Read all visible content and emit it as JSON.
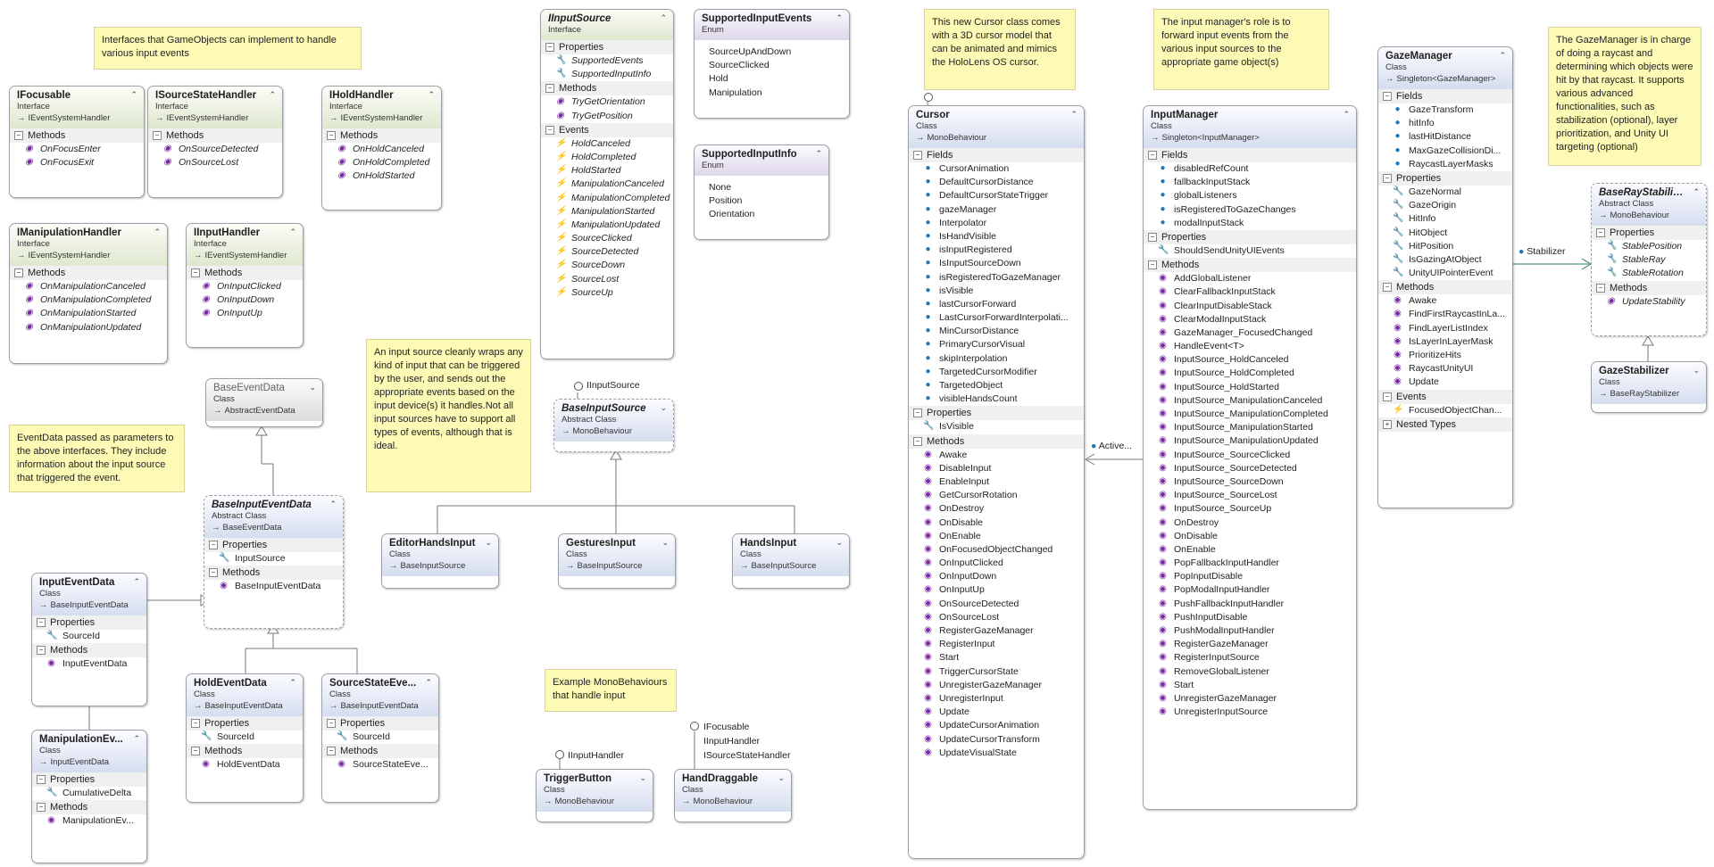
{
  "notes": {
    "interfaces": "Interfaces that GameObjects can implement to handle various input events",
    "eventdata": "EventData passed as parameters to the above interfaces. They include information about the input source that triggered the event.",
    "inputsource": "An input source cleanly wraps any kind of input that can be triggered by the user, and sends out the appropriate events based on the input device(s) it handles.Not all input sources have to support all types of events, although that is ideal.",
    "monobehaviours": "Example MonoBehaviours that handle input",
    "cursor": "This new Cursor class comes with a 3D cursor model that can be animated and mimics the HoloLens OS cursor.",
    "inputmanager": "The input manager's role is to forward input events from the various input sources to the appropriate game object(s)",
    "gazemanager": "The GazeManager is in charge of doing a raycast and determining which objects were hit by that raycast. It supports various advanced functionalities, such as stabilization (optional), layer prioritization, and Unity UI targeting (optional)"
  },
  "sections": {
    "methods": "Methods",
    "properties": "Properties",
    "fields": "Fields",
    "events": "Events",
    "nested": "Nested Types"
  },
  "boxes": {
    "IFocusable": {
      "name": "IFocusable",
      "kind": "Interface",
      "base": "IEventSystemHandler",
      "methods": [
        "OnFocusEnter",
        "OnFocusExit"
      ]
    },
    "ISourceStateHandler": {
      "name": "ISourceStateHandler",
      "kind": "Interface",
      "base": "IEventSystemHandler",
      "methods": [
        "OnSourceDetected",
        "OnSourceLost"
      ]
    },
    "IHoldHandler": {
      "name": "IHoldHandler",
      "kind": "Interface",
      "base": "IEventSystemHandler",
      "methods": [
        "OnHoldCanceled",
        "OnHoldCompleted",
        "OnHoldStarted"
      ]
    },
    "IManipulationHandler": {
      "name": "IManipulationHandler",
      "kind": "Interface",
      "base": "IEventSystemHandler",
      "methods": [
        "OnManipulationCanceled",
        "OnManipulationCompleted",
        "OnManipulationStarted",
        "OnManipulationUpdated"
      ]
    },
    "IInputHandler": {
      "name": "IInputHandler",
      "kind": "Interface",
      "base": "IEventSystemHandler",
      "methods": [
        "OnInputClicked",
        "OnInputDown",
        "OnInputUp"
      ]
    },
    "IInputSource": {
      "name": "IInputSource",
      "kind": "Interface",
      "properties": [
        "SupportedEvents",
        "SupportedInputInfo"
      ],
      "methods": [
        "TryGetOrientation",
        "TryGetPosition"
      ],
      "events": [
        "HoldCanceled",
        "HoldCompleted",
        "HoldStarted",
        "ManipulationCanceled",
        "ManipulationCompleted",
        "ManipulationStarted",
        "ManipulationUpdated",
        "SourceClicked",
        "SourceDetected",
        "SourceDown",
        "SourceLost",
        "SourceUp"
      ]
    },
    "SupportedInputEvents": {
      "name": "SupportedInputEvents",
      "kind": "Enum",
      "values": [
        "SourceUpAndDown",
        "SourceClicked",
        "Hold",
        "Manipulation"
      ]
    },
    "SupportedInputInfo": {
      "name": "SupportedInputInfo",
      "kind": "Enum",
      "values": [
        "None",
        "Position",
        "Orientation"
      ]
    },
    "BaseEventData": {
      "name": "BaseEventData",
      "kind": "Class",
      "base": "AbstractEventData"
    },
    "BaseInputEventData": {
      "name": "BaseInputEventData",
      "kind": "Abstract Class",
      "base": "BaseEventData",
      "properties": [
        "InputSource"
      ],
      "methods": [
        "BaseInputEventData"
      ]
    },
    "InputEventData": {
      "name": "InputEventData",
      "kind": "Class",
      "base": "BaseInputEventData",
      "properties": [
        "SourceId"
      ],
      "methods": [
        "InputEventData"
      ]
    },
    "HoldEventData": {
      "name": "HoldEventData",
      "kind": "Class",
      "base": "BaseInputEventData",
      "properties": [
        "SourceId"
      ],
      "methods": [
        "HoldEventData"
      ]
    },
    "SourceStateEventData": {
      "name": "SourceStateEve...",
      "kind": "Class",
      "base": "BaseInputEventData",
      "properties": [
        "SourceId"
      ],
      "methods": [
        "SourceStateEve..."
      ]
    },
    "ManipulationEventData": {
      "name": "ManipulationEv...",
      "kind": "Class",
      "base": "InputEventData",
      "properties": [
        "CumulativeDelta"
      ],
      "methods": [
        "ManipulationEv..."
      ]
    },
    "BaseInputSource": {
      "name": "BaseInputSource",
      "kind": "Abstract Class",
      "base": "MonoBehaviour"
    },
    "EditorHandsInput": {
      "name": "EditorHandsInput",
      "kind": "Class",
      "base": "BaseInputSource"
    },
    "GesturesInput": {
      "name": "GesturesInput",
      "kind": "Class",
      "base": "BaseInputSource"
    },
    "HandsInput": {
      "name": "HandsInput",
      "kind": "Class",
      "base": "BaseInputSource"
    },
    "TriggerButton": {
      "name": "TriggerButton",
      "kind": "Class",
      "base": "MonoBehaviour"
    },
    "HandDraggable": {
      "name": "HandDraggable",
      "kind": "Class",
      "base": "MonoBehaviour"
    },
    "Cursor": {
      "name": "Cursor",
      "kind": "Class",
      "base": "MonoBehaviour",
      "fields": [
        "CursorAnimation",
        "DefaultCursorDistance",
        "DefaultCursorStateTrigger",
        "gazeManager",
        "Interpolator",
        "IsHandVisible",
        "isInputRegistered",
        "IsInputSourceDown",
        "isRegisteredToGazeManager",
        "isVisible",
        "lastCursorForward",
        "LastCursorForwardInterpolati...",
        "MinCursorDistance",
        "PrimaryCursorVisual",
        "skipInterpolation",
        "TargetedCursorModifier",
        "TargetedObject",
        "visibleHandsCount"
      ],
      "properties": [
        "IsVisible"
      ],
      "methods": [
        "Awake",
        "DisableInput",
        "EnableInput",
        "GetCursorRotation",
        "OnDestroy",
        "OnDisable",
        "OnEnable",
        "OnFocusedObjectChanged",
        "OnInputClicked",
        "OnInputDown",
        "OnInputUp",
        "OnSourceDetected",
        "OnSourceLost",
        "RegisterGazeManager",
        "RegisterInput",
        "Start",
        "TriggerCursorState",
        "UnregisterGazeManager",
        "UnregisterInput",
        "Update",
        "UpdateCursorAnimation",
        "UpdateCursorTransform",
        "UpdateVisualState"
      ]
    },
    "InputManager": {
      "name": "InputManager",
      "kind": "Class",
      "base": "Singleton<InputManager>",
      "fields": [
        "disabledRefCount",
        "fallbackInputStack",
        "globalListeners",
        "isRegisteredToGazeChanges",
        "modalInputStack"
      ],
      "properties": [
        "ShouldSendUnityUIEvents"
      ],
      "methods": [
        "AddGlobalListener",
        "ClearFallbackInputStack",
        "ClearInputDisableStack",
        "ClearModalInputStack",
        "GazeManager_FocusedChanged",
        "HandleEvent<T>",
        "InputSource_HoldCanceled",
        "InputSource_HoldCompleted",
        "InputSource_HoldStarted",
        "InputSource_ManipulationCanceled",
        "InputSource_ManipulationCompleted",
        "InputSource_ManipulationStarted",
        "InputSource_ManipulationUpdated",
        "InputSource_SourceClicked",
        "InputSource_SourceDetected",
        "InputSource_SourceDown",
        "InputSource_SourceLost",
        "InputSource_SourceUp",
        "OnDestroy",
        "OnDisable",
        "OnEnable",
        "PopFallbackInputHandler",
        "PopInputDisable",
        "PopModalInputHandler",
        "PushFallbackInputHandler",
        "PushInputDisable",
        "PushModalInputHandler",
        "RegisterGazeManager",
        "RegisterInputSource",
        "RemoveGlobalListener",
        "Start",
        "UnregisterGazeManager",
        "UnregisterInputSource"
      ]
    },
    "GazeManager": {
      "name": "GazeManager",
      "kind": "Class",
      "base": "Singleton<GazeManager>",
      "fields": [
        "GazeTransform",
        "hitInfo",
        "lastHitDistance",
        "MaxGazeCollisionDi...",
        "RaycastLayerMasks"
      ],
      "properties": [
        "GazeNormal",
        "GazeOrigin",
        "HitInfo",
        "HitObject",
        "HitPosition",
        "IsGazingAtObject",
        "UnityUIPointerEvent"
      ],
      "methods": [
        "Awake",
        "FindFirstRaycastInLa...",
        "FindLayerListIndex",
        "IsLayerInLayerMask",
        "PrioritizeHits",
        "RaycastUnityUI",
        "Update"
      ],
      "events": [
        "FocusedObjectChan..."
      ]
    },
    "BaseRayStabilizer": {
      "name": "BaseRayStabilizer",
      "kind": "Abstract Class",
      "base": "MonoBehaviour",
      "properties": [
        "StablePosition",
        "StableRay",
        "StableRotation"
      ],
      "methods": [
        "UpdateStability"
      ]
    },
    "GazeStabilizer": {
      "name": "GazeStabilizer",
      "kind": "Class",
      "base": "BaseRayStabilizer"
    }
  },
  "labels": {
    "active": "Active...",
    "stabilizer": "Stabilizer",
    "lollipop_baseinput": "IInputSource",
    "lollipop_trigger": "IInputHandler",
    "lollipop_drag": [
      "IFocusable",
      "IInputHandler",
      "ISourceStateHandler"
    ]
  },
  "colors": {
    "class_header": "#d5ddef",
    "interface_header": "#dfe7cf",
    "enum_header": "#ddd6ea",
    "note_bg": "#fdfab5",
    "border": "#9aa0a6"
  }
}
